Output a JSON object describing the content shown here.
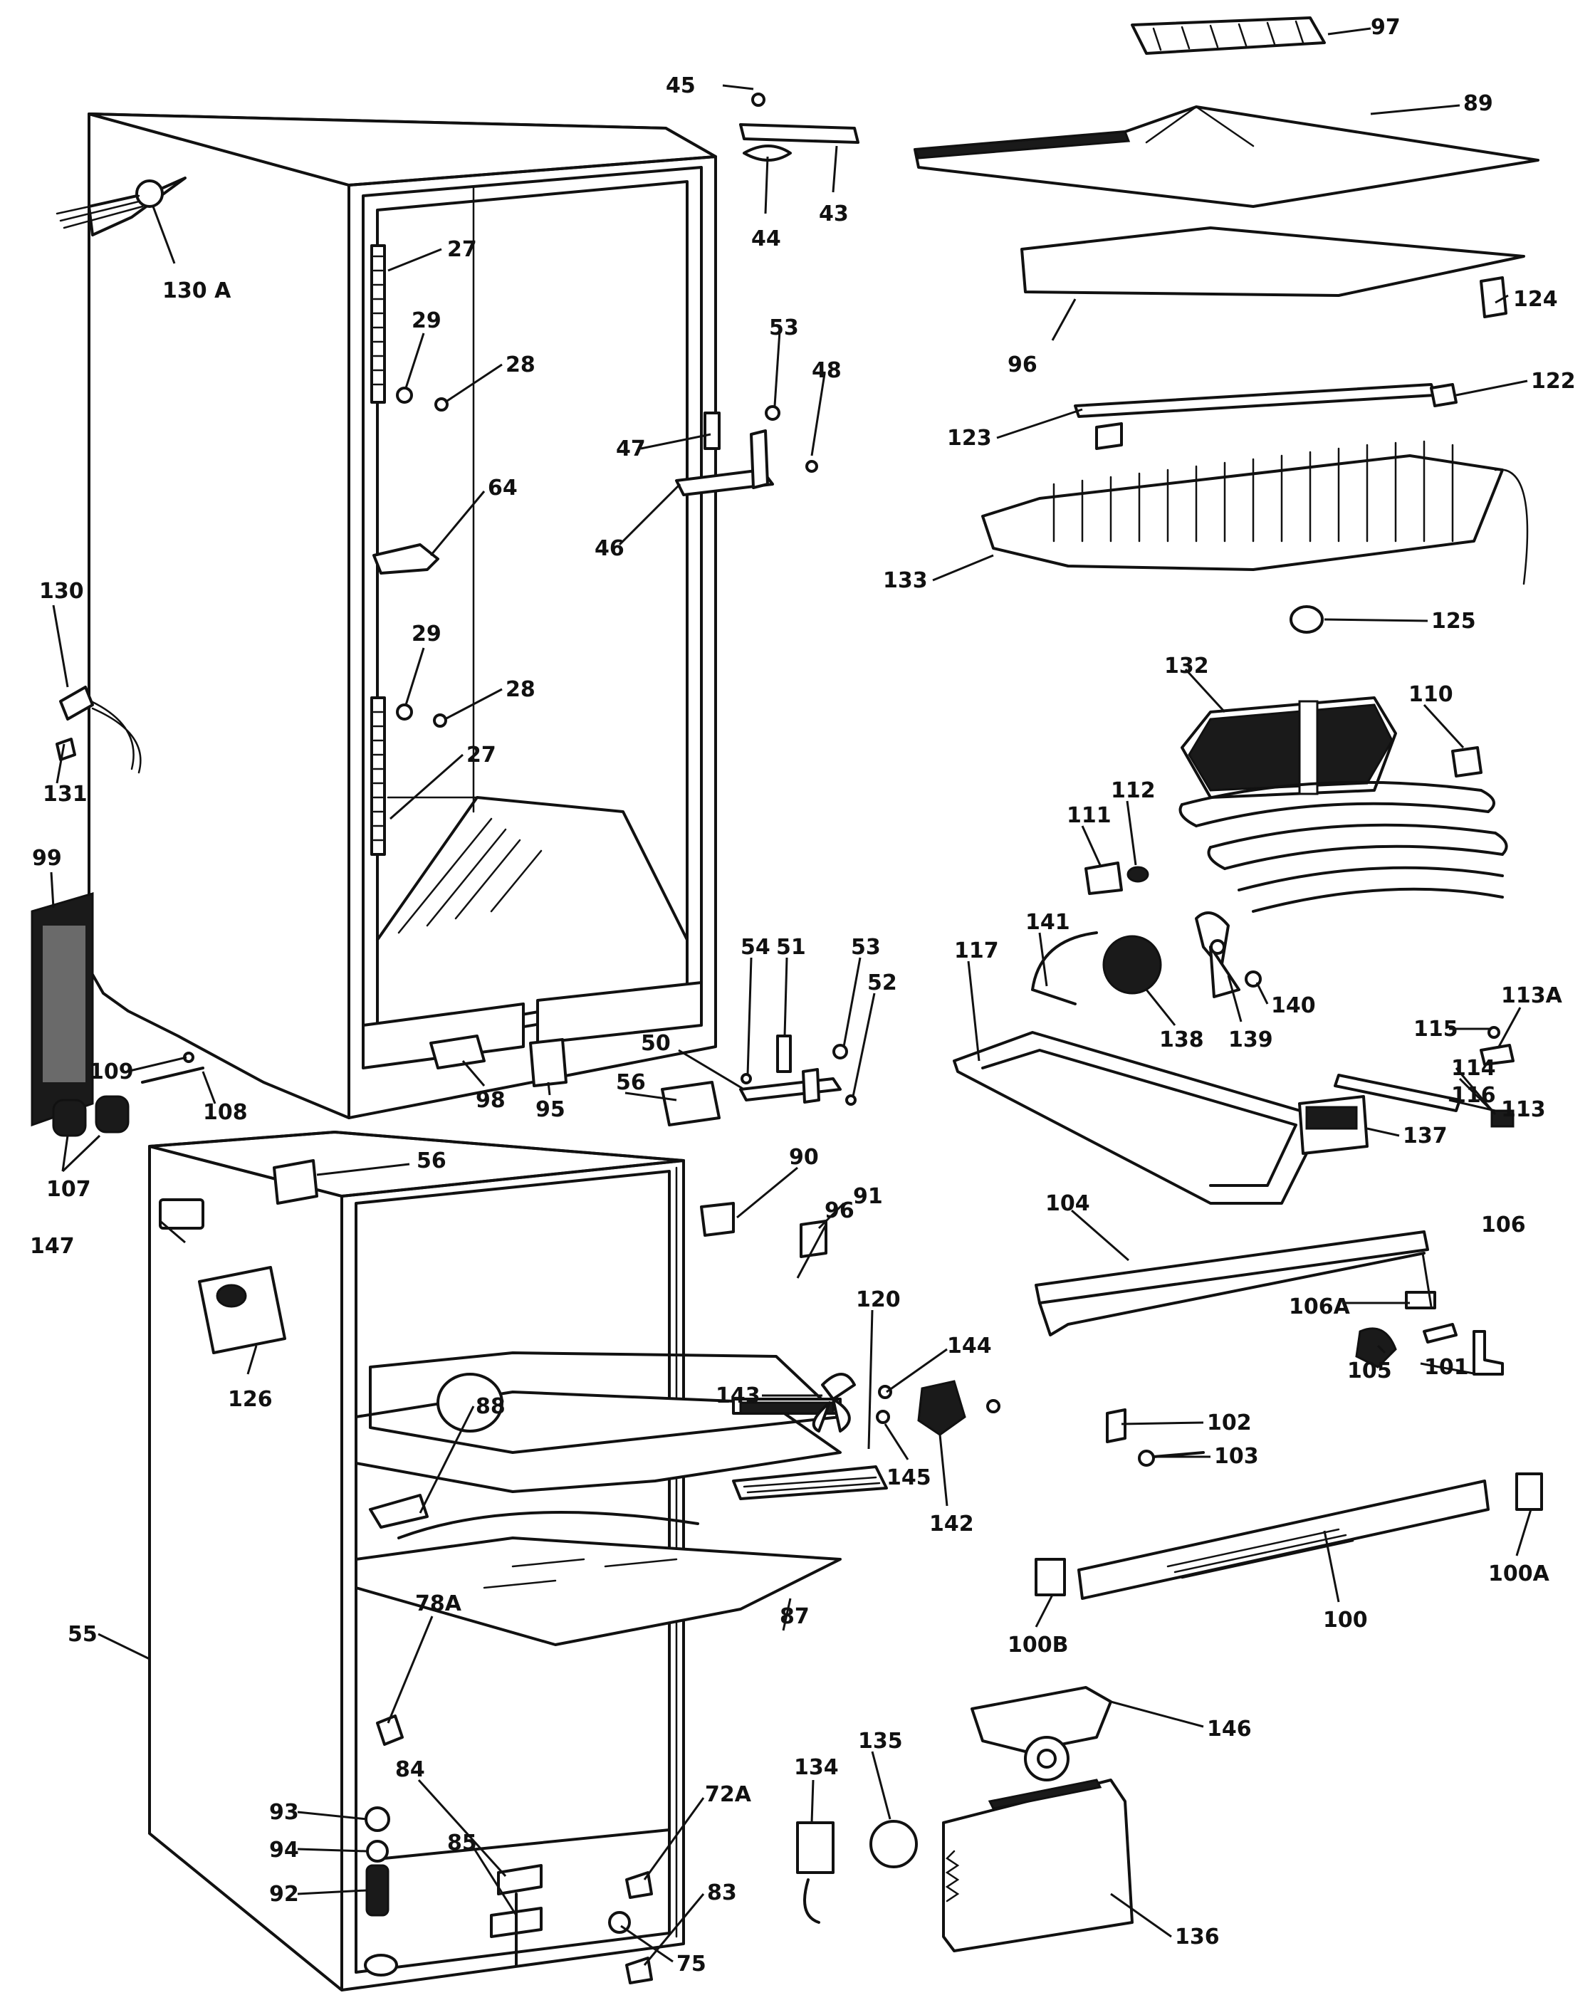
{
  "parts": [
    {
      "id": "97",
      "label": "97"
    },
    {
      "id": "89",
      "label": "89"
    },
    {
      "id": "45",
      "label": "45"
    },
    {
      "id": "43",
      "label": "43"
    },
    {
      "id": "44",
      "label": "44"
    },
    {
      "id": "130a",
      "label": "130 A"
    },
    {
      "id": "27a",
      "label": "27"
    },
    {
      "id": "29a",
      "label": "29"
    },
    {
      "id": "28a",
      "label": "28"
    },
    {
      "id": "96a",
      "label": "96"
    },
    {
      "id": "124",
      "label": "124"
    },
    {
      "id": "53a",
      "label": "53"
    },
    {
      "id": "48",
      "label": "48"
    },
    {
      "id": "122",
      "label": "122"
    },
    {
      "id": "47",
      "label": "47"
    },
    {
      "id": "123",
      "label": "123"
    },
    {
      "id": "64",
      "label": "64"
    },
    {
      "id": "46",
      "label": "46"
    },
    {
      "id": "133",
      "label": "133"
    },
    {
      "id": "125",
      "label": "125"
    },
    {
      "id": "130",
      "label": "130"
    },
    {
      "id": "29b",
      "label": "29"
    },
    {
      "id": "28b",
      "label": "28"
    },
    {
      "id": "132",
      "label": "132"
    },
    {
      "id": "110",
      "label": "110"
    },
    {
      "id": "27b",
      "label": "27"
    },
    {
      "id": "131",
      "label": "131"
    },
    {
      "id": "111",
      "label": "111"
    },
    {
      "id": "112",
      "label": "112"
    },
    {
      "id": "99",
      "label": "99"
    },
    {
      "id": "141",
      "label": "141"
    },
    {
      "id": "117",
      "label": "117"
    },
    {
      "id": "113a",
      "label": "113A"
    },
    {
      "id": "54",
      "label": "54"
    },
    {
      "id": "51",
      "label": "51"
    },
    {
      "id": "53b",
      "label": "53"
    },
    {
      "id": "140",
      "label": "140"
    },
    {
      "id": "115",
      "label": "115"
    },
    {
      "id": "52",
      "label": "52"
    },
    {
      "id": "138",
      "label": "138"
    },
    {
      "id": "139",
      "label": "139"
    },
    {
      "id": "114",
      "label": "114"
    },
    {
      "id": "50",
      "label": "50"
    },
    {
      "id": "116",
      "label": "116"
    },
    {
      "id": "109",
      "label": "109"
    },
    {
      "id": "108",
      "label": "108"
    },
    {
      "id": "98",
      "label": "98"
    },
    {
      "id": "95",
      "label": "95"
    },
    {
      "id": "56a",
      "label": "56"
    },
    {
      "id": "113",
      "label": "113"
    },
    {
      "id": "137",
      "label": "137"
    },
    {
      "id": "107",
      "label": "107"
    },
    {
      "id": "56b",
      "label": "56"
    },
    {
      "id": "90",
      "label": "90"
    },
    {
      "id": "147",
      "label": "147"
    },
    {
      "id": "96b",
      "label": "96"
    },
    {
      "id": "91",
      "label": "91"
    },
    {
      "id": "104",
      "label": "104"
    },
    {
      "id": "106",
      "label": "106"
    },
    {
      "id": "120",
      "label": "120"
    },
    {
      "id": "106a",
      "label": "106A"
    },
    {
      "id": "126",
      "label": "126"
    },
    {
      "id": "105",
      "label": "105"
    },
    {
      "id": "101",
      "label": "101"
    },
    {
      "id": "144",
      "label": "144"
    },
    {
      "id": "143",
      "label": "143"
    },
    {
      "id": "88",
      "label": "88"
    },
    {
      "id": "102",
      "label": "102"
    },
    {
      "id": "103",
      "label": "103"
    },
    {
      "id": "145",
      "label": "145"
    },
    {
      "id": "142",
      "label": "142"
    },
    {
      "id": "100a",
      "label": "100A"
    },
    {
      "id": "87",
      "label": "87"
    },
    {
      "id": "100",
      "label": "100"
    },
    {
      "id": "78a",
      "label": "78A"
    },
    {
      "id": "100b",
      "label": "100B"
    },
    {
      "id": "55",
      "label": "55"
    },
    {
      "id": "146",
      "label": "146"
    },
    {
      "id": "72a",
      "label": "72A"
    },
    {
      "id": "84",
      "label": "84"
    },
    {
      "id": "134",
      "label": "134"
    },
    {
      "id": "135",
      "label": "135"
    },
    {
      "id": "93",
      "label": "93"
    },
    {
      "id": "94",
      "label": "94"
    },
    {
      "id": "85",
      "label": "85"
    },
    {
      "id": "83",
      "label": "83"
    },
    {
      "id": "92",
      "label": "92"
    },
    {
      "id": "136",
      "label": "136"
    },
    {
      "id": "75",
      "label": "75"
    }
  ]
}
